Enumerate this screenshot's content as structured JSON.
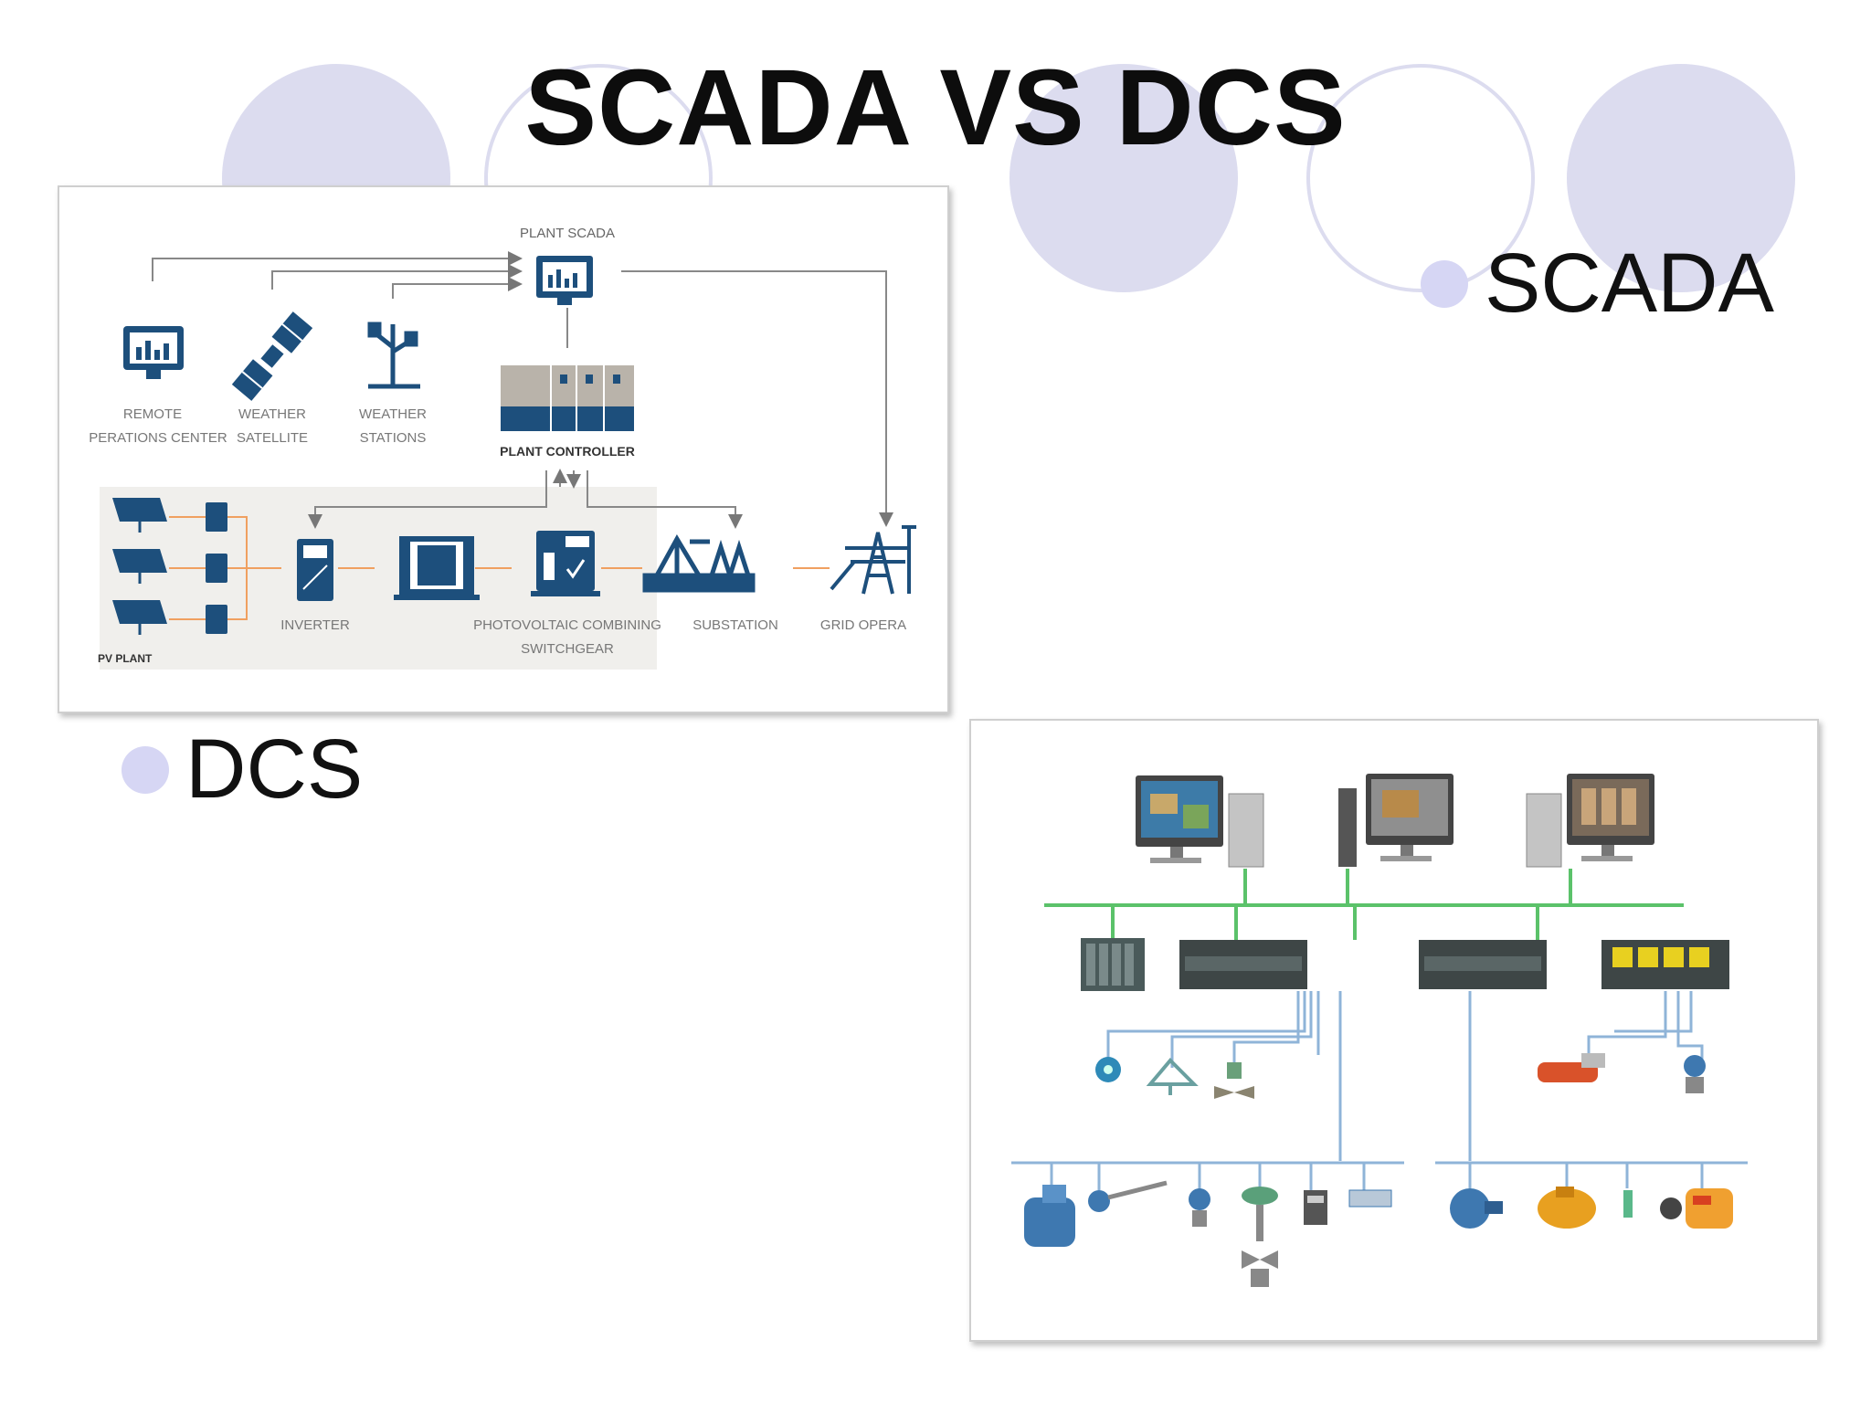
{
  "title": "SCADA VS DCS",
  "bullets": {
    "scada": "SCADA",
    "dcs": "DCS"
  },
  "scada_diagram": {
    "labels": {
      "plant_scada": "PLANT SCADA",
      "remote_ops_line1": "REMOTE",
      "remote_ops_line2": "PERATIONS CENTER",
      "weather_satellite_line1": "WEATHER",
      "weather_satellite_line2": "SATELLITE",
      "weather_stations_line1": "WEATHER",
      "weather_stations_line2": "STATIONS",
      "plant_controller": "PLANT CONTROLLER",
      "inverter": "INVERTER",
      "pv_switchgear_line1": "PHOTOVOLTAIC COMBINING",
      "pv_switchgear_line2": "SWITCHGEAR",
      "substation": "SUBSTATION",
      "grid_operator": "GRID OPERA",
      "pv_plant": "PV PLANT"
    }
  },
  "colors": {
    "accent_circle": "#dcdcef",
    "bullet": "#d6d6f4",
    "diagram_blue": "#1d4f7c",
    "bus_green": "#5bc26a",
    "bus_blue": "#8fb4d8",
    "wire_orange": "#f0a060"
  }
}
